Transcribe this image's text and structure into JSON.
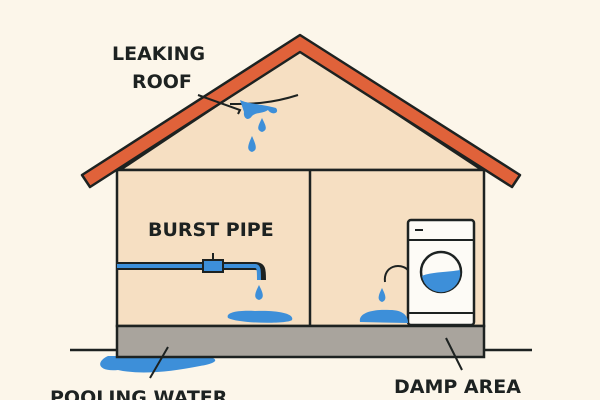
{
  "labels": {
    "leaking_roof_line1": "LEAKING",
    "leaking_roof_line2": "ROOF",
    "burst_pipe": "BURST PIPE",
    "pooling_water": "POOLING WATER",
    "damp_area": "DAMP AREA"
  },
  "colors": {
    "background": "#fcf6ea",
    "wall": "#f6dfc2",
    "roof": "#e0623a",
    "water": "#3d8fd9",
    "foundation": "#a9a49d",
    "outline": "#1d2221"
  }
}
